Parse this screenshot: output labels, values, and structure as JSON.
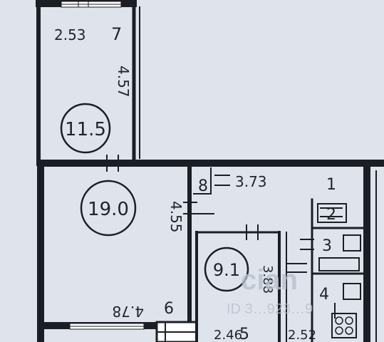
{
  "rooms": [
    {
      "id": "r11",
      "area": "11.5"
    },
    {
      "id": "r19",
      "area": "19.0"
    },
    {
      "id": "r9",
      "area": "9.1"
    }
  ],
  "room_numbers": [
    "1",
    "2",
    "3",
    "4",
    "5",
    "6",
    "7",
    "8"
  ],
  "dimensions": {
    "top_width": "2.53",
    "top_height": "4.57",
    "mid_height": "4.55",
    "bottom_left": "4.78",
    "bottom_mid": "2.46",
    "bottom_right": "2.52",
    "right_top": "3.73",
    "small_room_h": "3.88"
  },
  "watermark": {
    "brand": "cian",
    "id_text": "ID 3…923…9"
  }
}
